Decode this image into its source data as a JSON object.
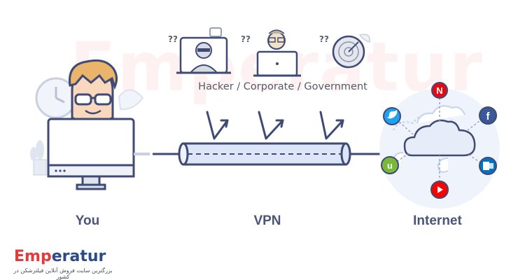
{
  "diagram": {
    "labels": {
      "you": "You",
      "vpn": "VPN",
      "internet": "Internet",
      "threats": "Hacker / Corporate / Government"
    },
    "threat_marks": [
      "??",
      "??",
      "??"
    ],
    "watermark_text": "Emperatur",
    "service_icons": [
      "netflix-icon",
      "twitter-icon",
      "facebook-icon",
      "utorrent-icon",
      "outlook-icon",
      "youtube-icon"
    ],
    "colors": {
      "line": "#3f4a75",
      "tunnel": "#dde6f8",
      "cloud_fill": "#e6ecf8",
      "bubble": "#eef3fc",
      "netflix": "#e50914",
      "twitter": "#1da1f2",
      "facebook": "#3b5998",
      "utorrent": "#78b93a",
      "outlook": "#0072c6",
      "youtube": "#ff0000"
    }
  },
  "logo": {
    "emp": "Emp",
    "eratur": "eratur",
    "tagline": "بزرگترین سایت فروش آنلاین فیلترشکن در کشور"
  }
}
